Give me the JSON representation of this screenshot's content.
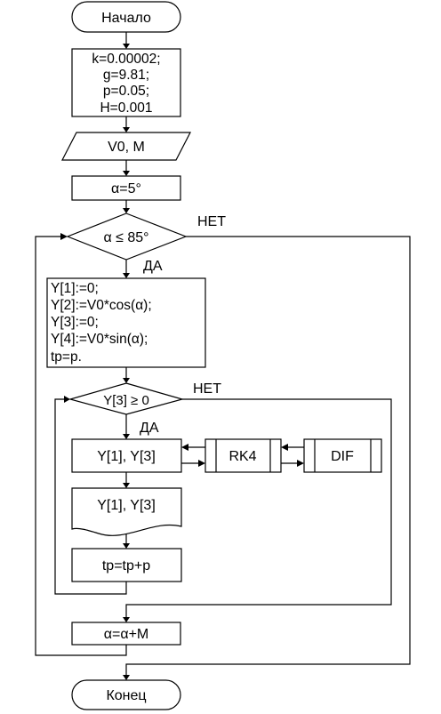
{
  "start": {
    "label": "Начало"
  },
  "init": {
    "lines": [
      "k=0.00002;",
      "g=9.81;",
      "p=0.05;",
      "H=0.001"
    ]
  },
  "input": {
    "label": "V0, M"
  },
  "set_alpha": {
    "label": "α=5°"
  },
  "cond_alpha": {
    "label": "α ≤ 85°",
    "no": "НЕТ",
    "yes": "ДА"
  },
  "setup": {
    "lines": [
      "Y[1]:=0;",
      "Y[2]:=V0*cos(α);",
      "Y[3]:=0;",
      "Y[4]:=V0*sin(α);",
      "tp=p."
    ]
  },
  "cond_y3": {
    "label": "Y[3] ≥ 0",
    "no": "НЕТ",
    "yes": "ДА"
  },
  "process_y": {
    "label": "Y[1], Y[3]"
  },
  "rk4": {
    "label": "RK4"
  },
  "dif": {
    "label": "DIF"
  },
  "output": {
    "label": "Y[1], Y[3]"
  },
  "tp_update": {
    "label": "tp=tp+p"
  },
  "alpha_update": {
    "label": "α=α+M"
  },
  "end": {
    "label": "Конец"
  }
}
